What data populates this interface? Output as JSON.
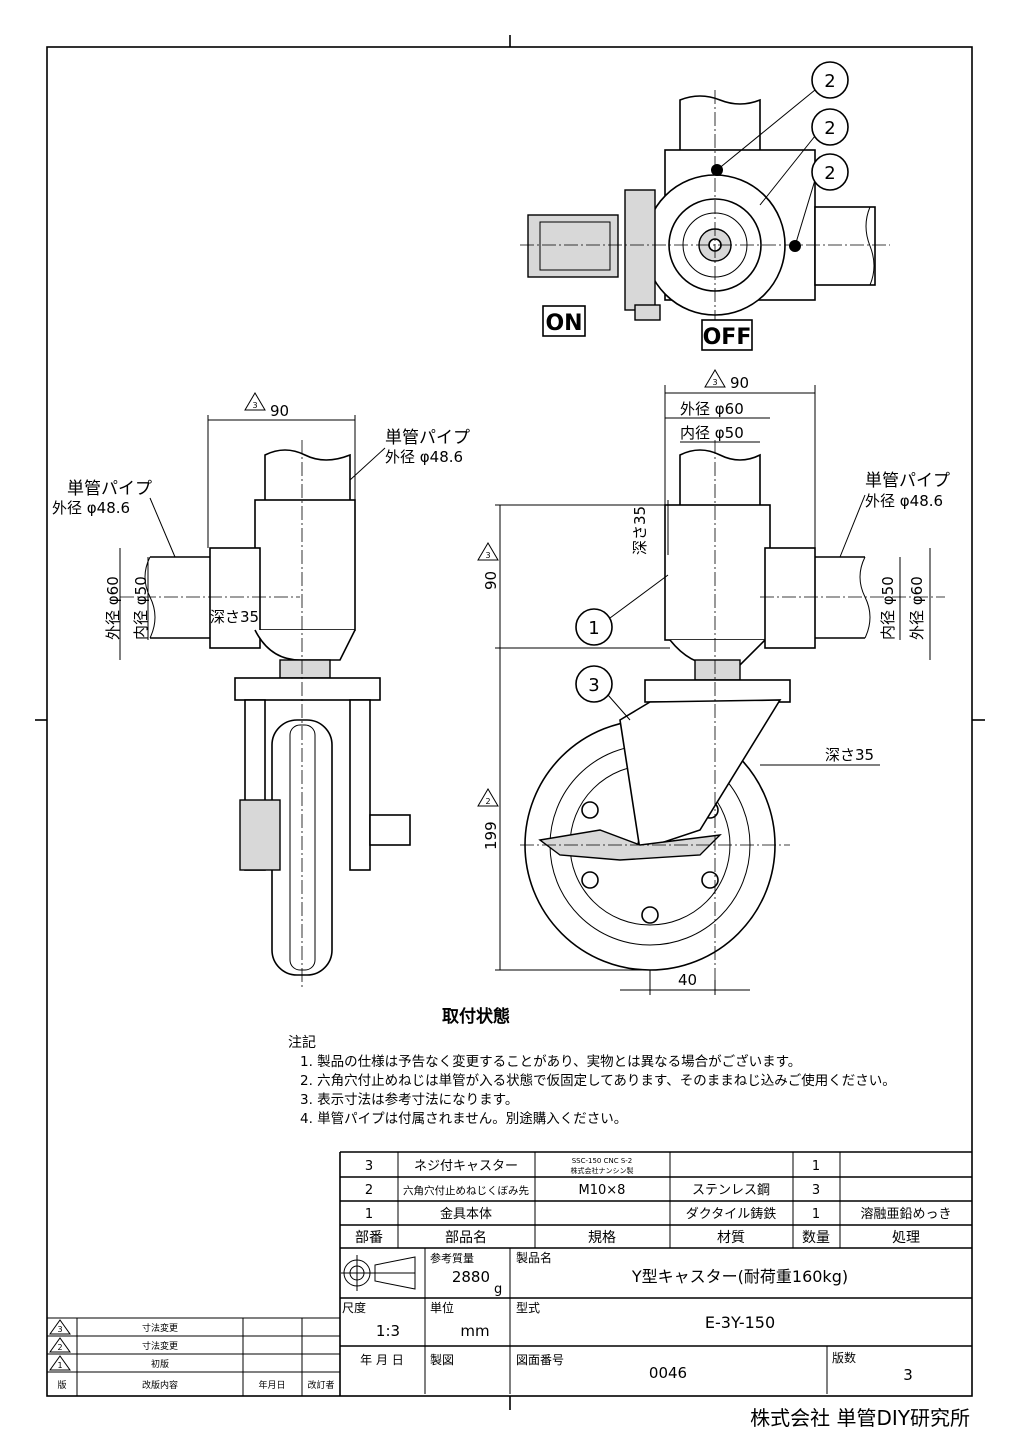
{
  "drawing": {
    "view_caption": "取付状態",
    "top_view": {
      "balloons": [
        "2",
        "2",
        "2"
      ],
      "on_label": "ON",
      "off_label": "OFF"
    },
    "side_view": {
      "width_dim": "90",
      "width_rev": "3",
      "pipe_top_name": "単管パイプ",
      "pipe_top_od": "外径 φ48.6",
      "pipe_left_name": "単管パイプ",
      "pipe_left_od": "外径 φ48.6",
      "od": "外径 φ60",
      "id": "内径 φ50",
      "depth": "深さ35"
    },
    "front_view": {
      "width_dim": "90",
      "width_rev": "3",
      "od": "外径 φ60",
      "id": "内径 φ50",
      "depth_top": "深さ35",
      "pipe_right_name": "単管パイプ",
      "pipe_right_od": "外径 φ48.6",
      "od_right": "外径 φ60",
      "id_right": "内径 φ50",
      "height_body": "90",
      "height_body_rev": "3",
      "height_wheel": "199",
      "height_wheel_rev": "2",
      "offset": "40",
      "depth_side": "深さ35",
      "balloon_1": "1",
      "balloon_3": "3"
    }
  },
  "notes": {
    "title": "注記",
    "items": [
      "1. 製品の仕様は予告なく変更することがあり、実物とは異なる場合がございます。",
      "2. 六角穴付止めねじは単管が入る状態で仮固定してあります、そのままねじ込みご使用ください。",
      "3. 表示寸法は参考寸法になります。",
      "4. 単管パイプは付属されません。別途購入ください。"
    ]
  },
  "parts_list": {
    "rows": [
      {
        "no": "3",
        "name": "ネジ付キャスター",
        "spec": "SSC-150 CNC S-2",
        "spec2": "株式会社ナンシン製",
        "material": "",
        "qty": "1",
        "treatment": ""
      },
      {
        "no": "2",
        "name": "六角穴付止めねじくぼみ先",
        "spec": "M10×8",
        "spec2": "",
        "material": "ステンレス鋼",
        "qty": "3",
        "treatment": ""
      },
      {
        "no": "1",
        "name": "金具本体",
        "spec": "",
        "spec2": "",
        "material": "ダクタイル鋳鉄",
        "qty": "1",
        "treatment": "溶融亜鉛めっき"
      }
    ],
    "headers": {
      "no": "部番",
      "name": "部品名",
      "spec": "規格",
      "material": "材質",
      "qty": "数量",
      "treatment": "処理"
    }
  },
  "title_block": {
    "mass_label": "参考質量",
    "mass_value": "2880",
    "mass_unit": "g",
    "product_label": "製品名",
    "product_name": "Y型キャスター(耐荷重160kg)",
    "scale_label": "尺度",
    "scale_value": "1:3",
    "unit_label": "単位",
    "unit_value": "mm",
    "model_label": "型式",
    "model_value": "E-3Y-150",
    "date_label": "年 月 日",
    "drafter_label": "製図",
    "drawing_no_label": "図面番号",
    "drawing_no": "0046",
    "edition_label": "版数",
    "edition": "3"
  },
  "revision_table": {
    "rows": [
      {
        "rev": "3",
        "content": "寸法変更"
      },
      {
        "rev": "2",
        "content": "寸法変更"
      },
      {
        "rev": "1",
        "content": "初版"
      }
    ],
    "headers": {
      "rev": "版",
      "content": "改版内容",
      "date": "年月日",
      "reviser": "改訂者"
    }
  },
  "company": "株式会社 単管DIY研究所"
}
